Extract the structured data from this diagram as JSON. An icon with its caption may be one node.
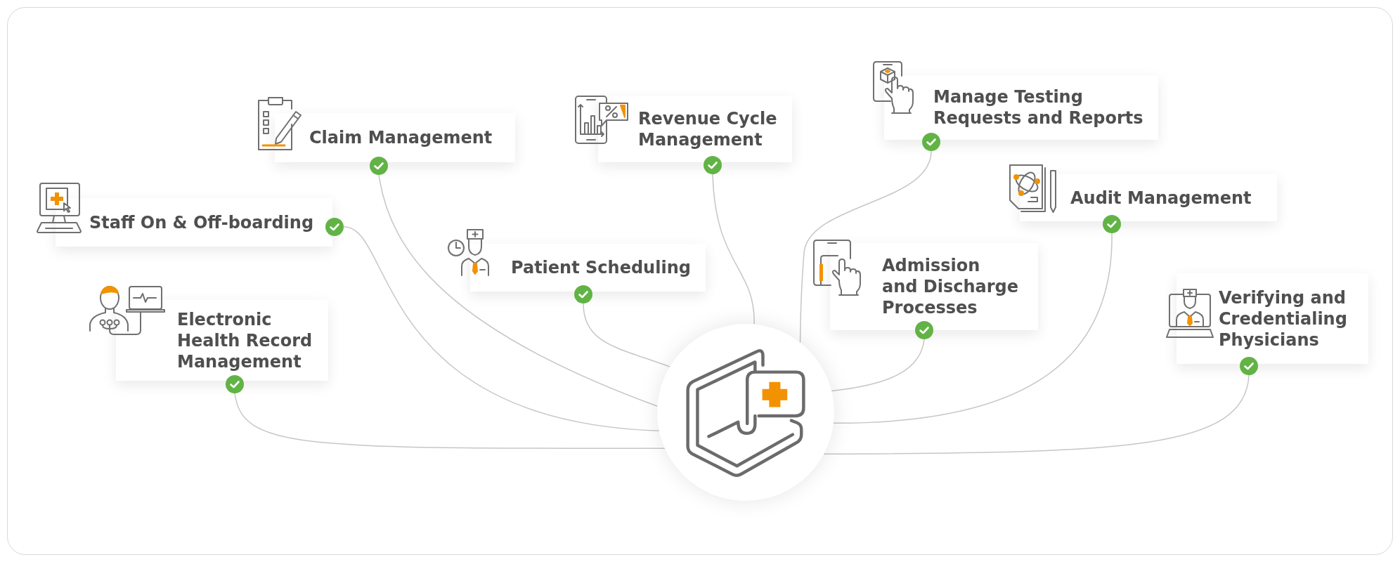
{
  "diagram": {
    "nodes": [
      {
        "text": [
          "Manage Testing Requests and Reports"
        ]
      },
      {
        "text": [
          "Revenue Cycle Management"
        ]
      },
      {
        "text": [
          "Claim Management"
        ]
      },
      {
        "text": [
          "Audit Management"
        ]
      },
      {
        "text": [
          "Staff On & Off-boarding"
        ]
      },
      {
        "text": [
          "Admission and Discharge Processes"
        ]
      },
      {
        "text": [
          "Patient Scheduling"
        ]
      },
      {
        "text": [
          "Verifying and Credentialing Physicians"
        ]
      },
      {
        "text": [
          "Electronic Health Record Management"
        ]
      },
      {
        "text": [],
        "shape": "circle"
      }
    ],
    "edges": [
      {
        "from": 0,
        "to": 9,
        "arrow": "none"
      },
      {
        "from": 1,
        "to": 9,
        "arrow": "none"
      },
      {
        "from": 2,
        "to": 9,
        "arrow": "none"
      },
      {
        "from": 3,
        "to": 9,
        "arrow": "none"
      },
      {
        "from": 4,
        "to": 9,
        "arrow": "none"
      },
      {
        "from": 5,
        "to": 9,
        "arrow": "none"
      },
      {
        "from": 6,
        "to": 9,
        "arrow": "none"
      },
      {
        "from": 7,
        "to": 9,
        "arrow": "none"
      },
      {
        "from": 8,
        "to": 9,
        "arrow": "none"
      }
    ]
  }
}
